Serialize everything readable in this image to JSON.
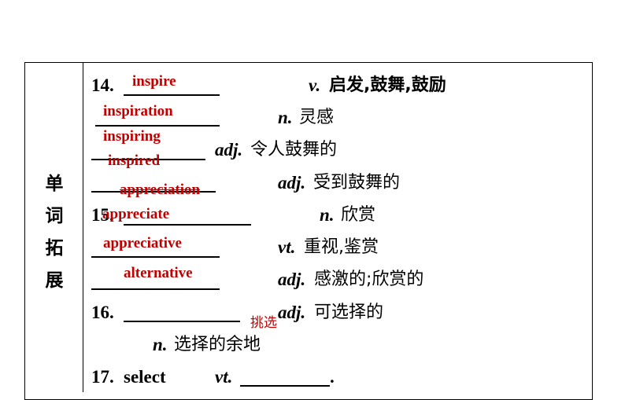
{
  "section_label": [
    "单",
    "词",
    "拓",
    "展"
  ],
  "rows": {
    "r14": {
      "num": "14.",
      "pos": "v.",
      "meaning": "启发,鼓舞,鼓励",
      "answer": "inspire"
    },
    "r14a": {
      "pos": "n.",
      "meaning": "灵感",
      "answer": "inspiration"
    },
    "r14b": {
      "pos": "adj.",
      "meaning": "令人鼓舞的",
      "answer": "inspiring"
    },
    "r14c": {
      "pos": "adj.",
      "meaning": "受到鼓舞的",
      "answer": "inspired"
    },
    "r15": {
      "num": "15.",
      "pos": "n.",
      "meaning": "欣赏",
      "answer": "appreciation"
    },
    "r15a": {
      "pos": "vt.",
      "meaning": "重视,鉴赏",
      "answer": "appreciate"
    },
    "r15b": {
      "pos": "adj.",
      "meaning": "感激的;欣赏的",
      "answer": "appreciative"
    },
    "r16": {
      "num": "16.",
      "pos": "adj.",
      "meaning": "可选择的",
      "answer": "alternative"
    },
    "r16a": {
      "pos": "n.",
      "meaning": "选择的余地"
    },
    "r17": {
      "num": "17.",
      "word": "select",
      "pos": "vt.",
      "answer": "挑选",
      "tail": "."
    }
  }
}
